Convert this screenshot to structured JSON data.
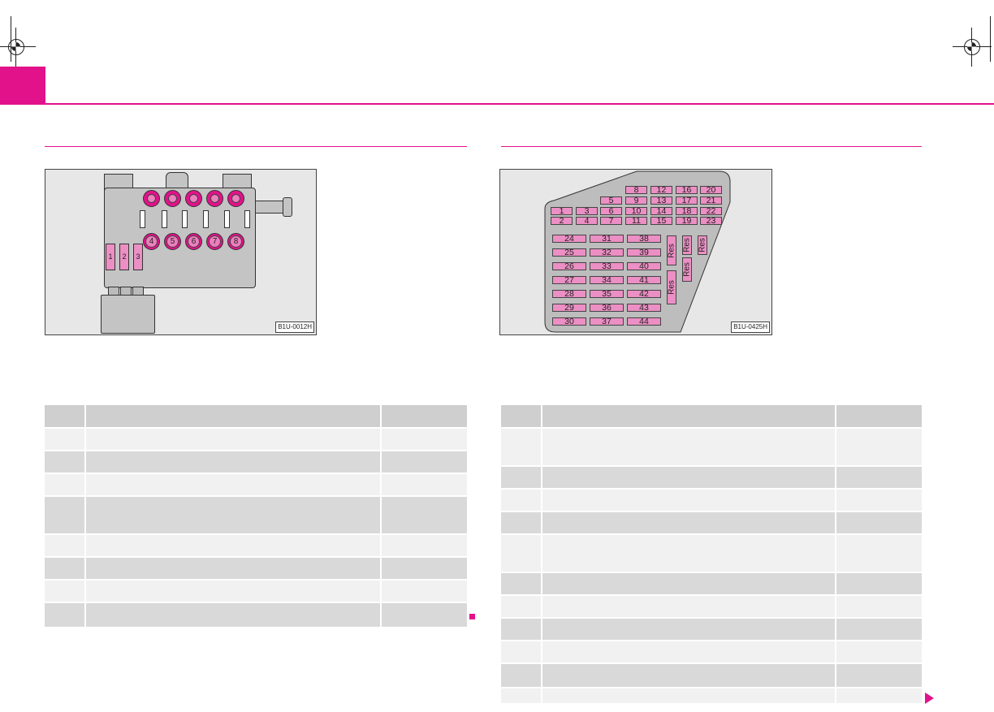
{
  "accent_color": "#e2128a",
  "relay_figure": {
    "code": "B1U-0012H",
    "relays_bottom": [
      "4",
      "5",
      "6",
      "7",
      "8"
    ],
    "mini_fuses": [
      "1",
      "2",
      "3"
    ]
  },
  "fuse_figure": {
    "code": "B1U-0425H",
    "res_label": "Res",
    "left_fuses": [
      {
        "label": "1"
      },
      {
        "label": "2"
      },
      {
        "label": "3"
      },
      {
        "label": "4"
      },
      {
        "label": "5"
      },
      {
        "label": "6"
      },
      {
        "label": "7"
      }
    ],
    "upper_fuses": [
      "8",
      "9",
      "10",
      "11",
      "12",
      "13",
      "14",
      "15",
      "16",
      "17",
      "18",
      "19",
      "20",
      "21",
      "22",
      "23"
    ],
    "lower_fuses": [
      "24",
      "25",
      "26",
      "27",
      "28",
      "29",
      "30",
      "31",
      "32",
      "33",
      "34",
      "35",
      "36",
      "37",
      "38",
      "39",
      "40",
      "41",
      "42",
      "43",
      "44"
    ]
  },
  "icons": {
    "end_mark": "square-end-icon",
    "next_page": "triangle-right-icon"
  }
}
